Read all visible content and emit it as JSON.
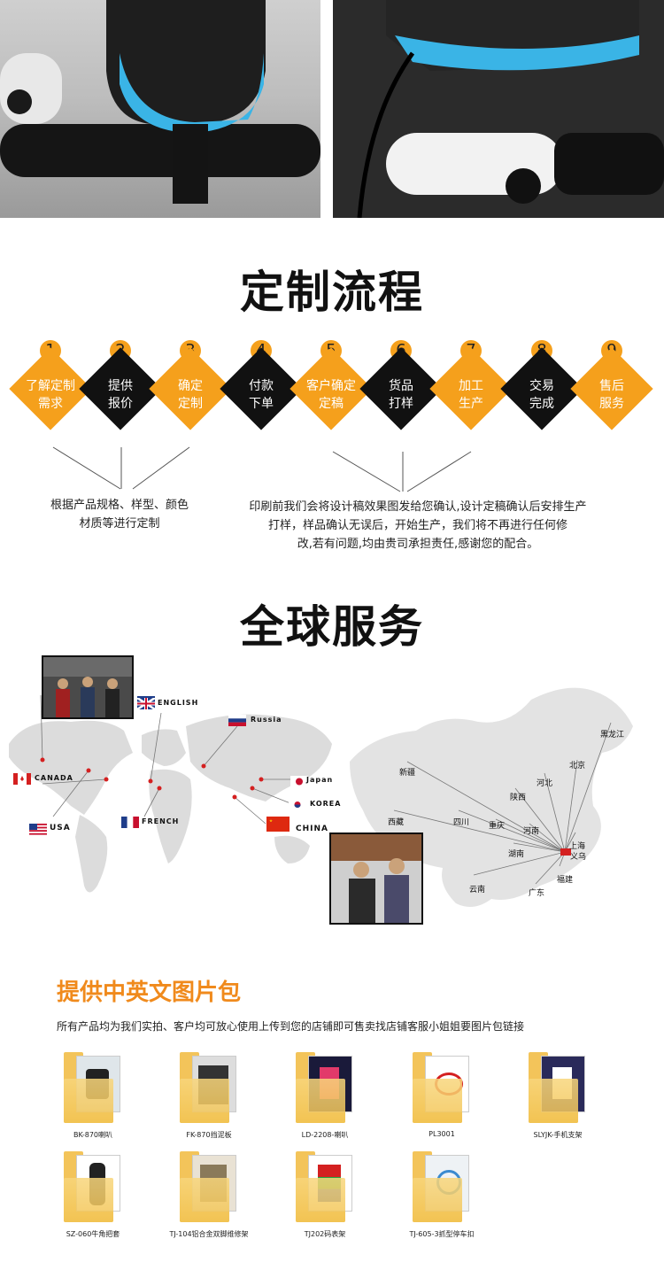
{
  "process": {
    "title": "定制流程",
    "steps": [
      {
        "num": "1",
        "label": "了解定制\n需求"
      },
      {
        "num": "2",
        "label": "提供\n报价"
      },
      {
        "num": "3",
        "label": "确定\n定制"
      },
      {
        "num": "4",
        "label": "付款\n下单"
      },
      {
        "num": "5",
        "label": "客户确定\n定稿"
      },
      {
        "num": "6",
        "label": "货品\n打样"
      },
      {
        "num": "7",
        "label": "加工\n生产"
      },
      {
        "num": "8",
        "label": "交易\n完成"
      },
      {
        "num": "9",
        "label": "售后\n服务"
      }
    ],
    "note_left_1": "根据产品规格、样型、颜色",
    "note_left_2": "材质等进行定制",
    "note_right_1": "印刷前我们会将设计稿效果图发给您确认,设计定稿确认后安排生产",
    "note_right_2": "打样，样品确认无误后，开始生产，我们将不再进行任何修",
    "note_right_3": "改,若有问题,均由贵司承担责任,感谢您的配合。"
  },
  "global": {
    "title": "全球服务",
    "countries": {
      "english": "ENGLISH",
      "russia": "Russia",
      "canada": "CANADA",
      "japan": "Japan",
      "korea": "KOREA",
      "usa": "USA",
      "french": "FRENCH",
      "china": "CHINA"
    },
    "cities": {
      "heilongjiang": "黑龙江",
      "beijing": "北京",
      "xinjiang": "新疆",
      "hebei": "河北",
      "shaanxi": "陕西",
      "xizang": "西藏",
      "sichuan": "四川",
      "chongqing": "重庆",
      "henan": "河南",
      "shanghai": "上海",
      "yiwu": "义乌",
      "hunan": "湖南",
      "fujian": "福建",
      "yunnan": "云南",
      "guangdong": "广东"
    }
  },
  "pack": {
    "title": "提供中英文图片包",
    "desc": "所有产品均为我们实拍、客户均可放心使用上传到您的店铺即可售卖找店铺客服小姐姐要图片包链接",
    "folders": [
      "BK-870喇叭",
      "FK-870挡泥板",
      "LD-2208-喇叭",
      "PL3001",
      "SLYJK-手机支架",
      "SZ-060牛角把套",
      "TJ-104铝合金双脚维修架",
      "TJ202码表架",
      "TJ-605-3抓型停车扣"
    ]
  },
  "colors": {
    "accent": "#f5a01c",
    "dark": "#111111",
    "pack_title": "#f08a1c"
  }
}
